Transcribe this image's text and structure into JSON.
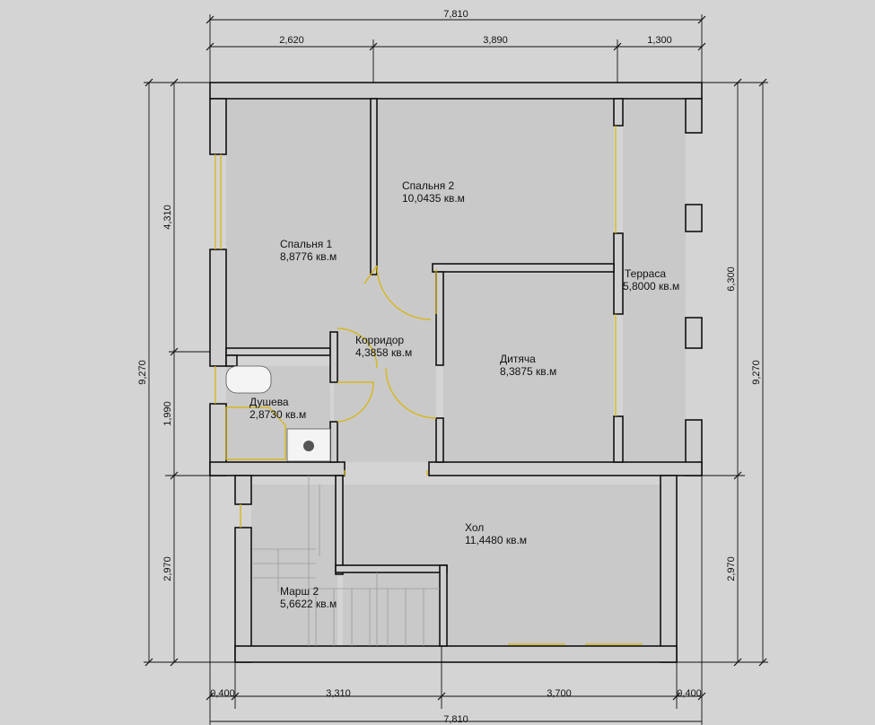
{
  "dimensions": {
    "top_total": "7,810",
    "top_1": "2,620",
    "top_2": "3,890",
    "top_3": "1,300",
    "bottom_1": "0,400",
    "bottom_2": "3,310",
    "bottom_3": "3,700",
    "bottom_4": "0,400",
    "bottom_total": "7,810",
    "left_total": "9,270",
    "left_1": "4,310",
    "left_2": "1,990",
    "left_3": "2,970",
    "right_total": "9,270",
    "right_1": "6,300",
    "right_2": "2,970"
  },
  "rooms": [
    {
      "name": "Спальня 1",
      "area": "8,8776 кв.м"
    },
    {
      "name": "Спальня 2",
      "area": "10,0435 кв.м"
    },
    {
      "name": "Терраса",
      "area": "5,8000 кв.м"
    },
    {
      "name": "Корридор",
      "area": "4,3858 кв.м"
    },
    {
      "name": "Дитяча",
      "area": "8,3875 кв.м"
    },
    {
      "name": "Душева",
      "area": "2,8730 кв.м"
    },
    {
      "name": "Хол",
      "area": "11,4480 кв.м"
    },
    {
      "name": "Марш 2",
      "area": "5,6622 кв.м"
    }
  ]
}
